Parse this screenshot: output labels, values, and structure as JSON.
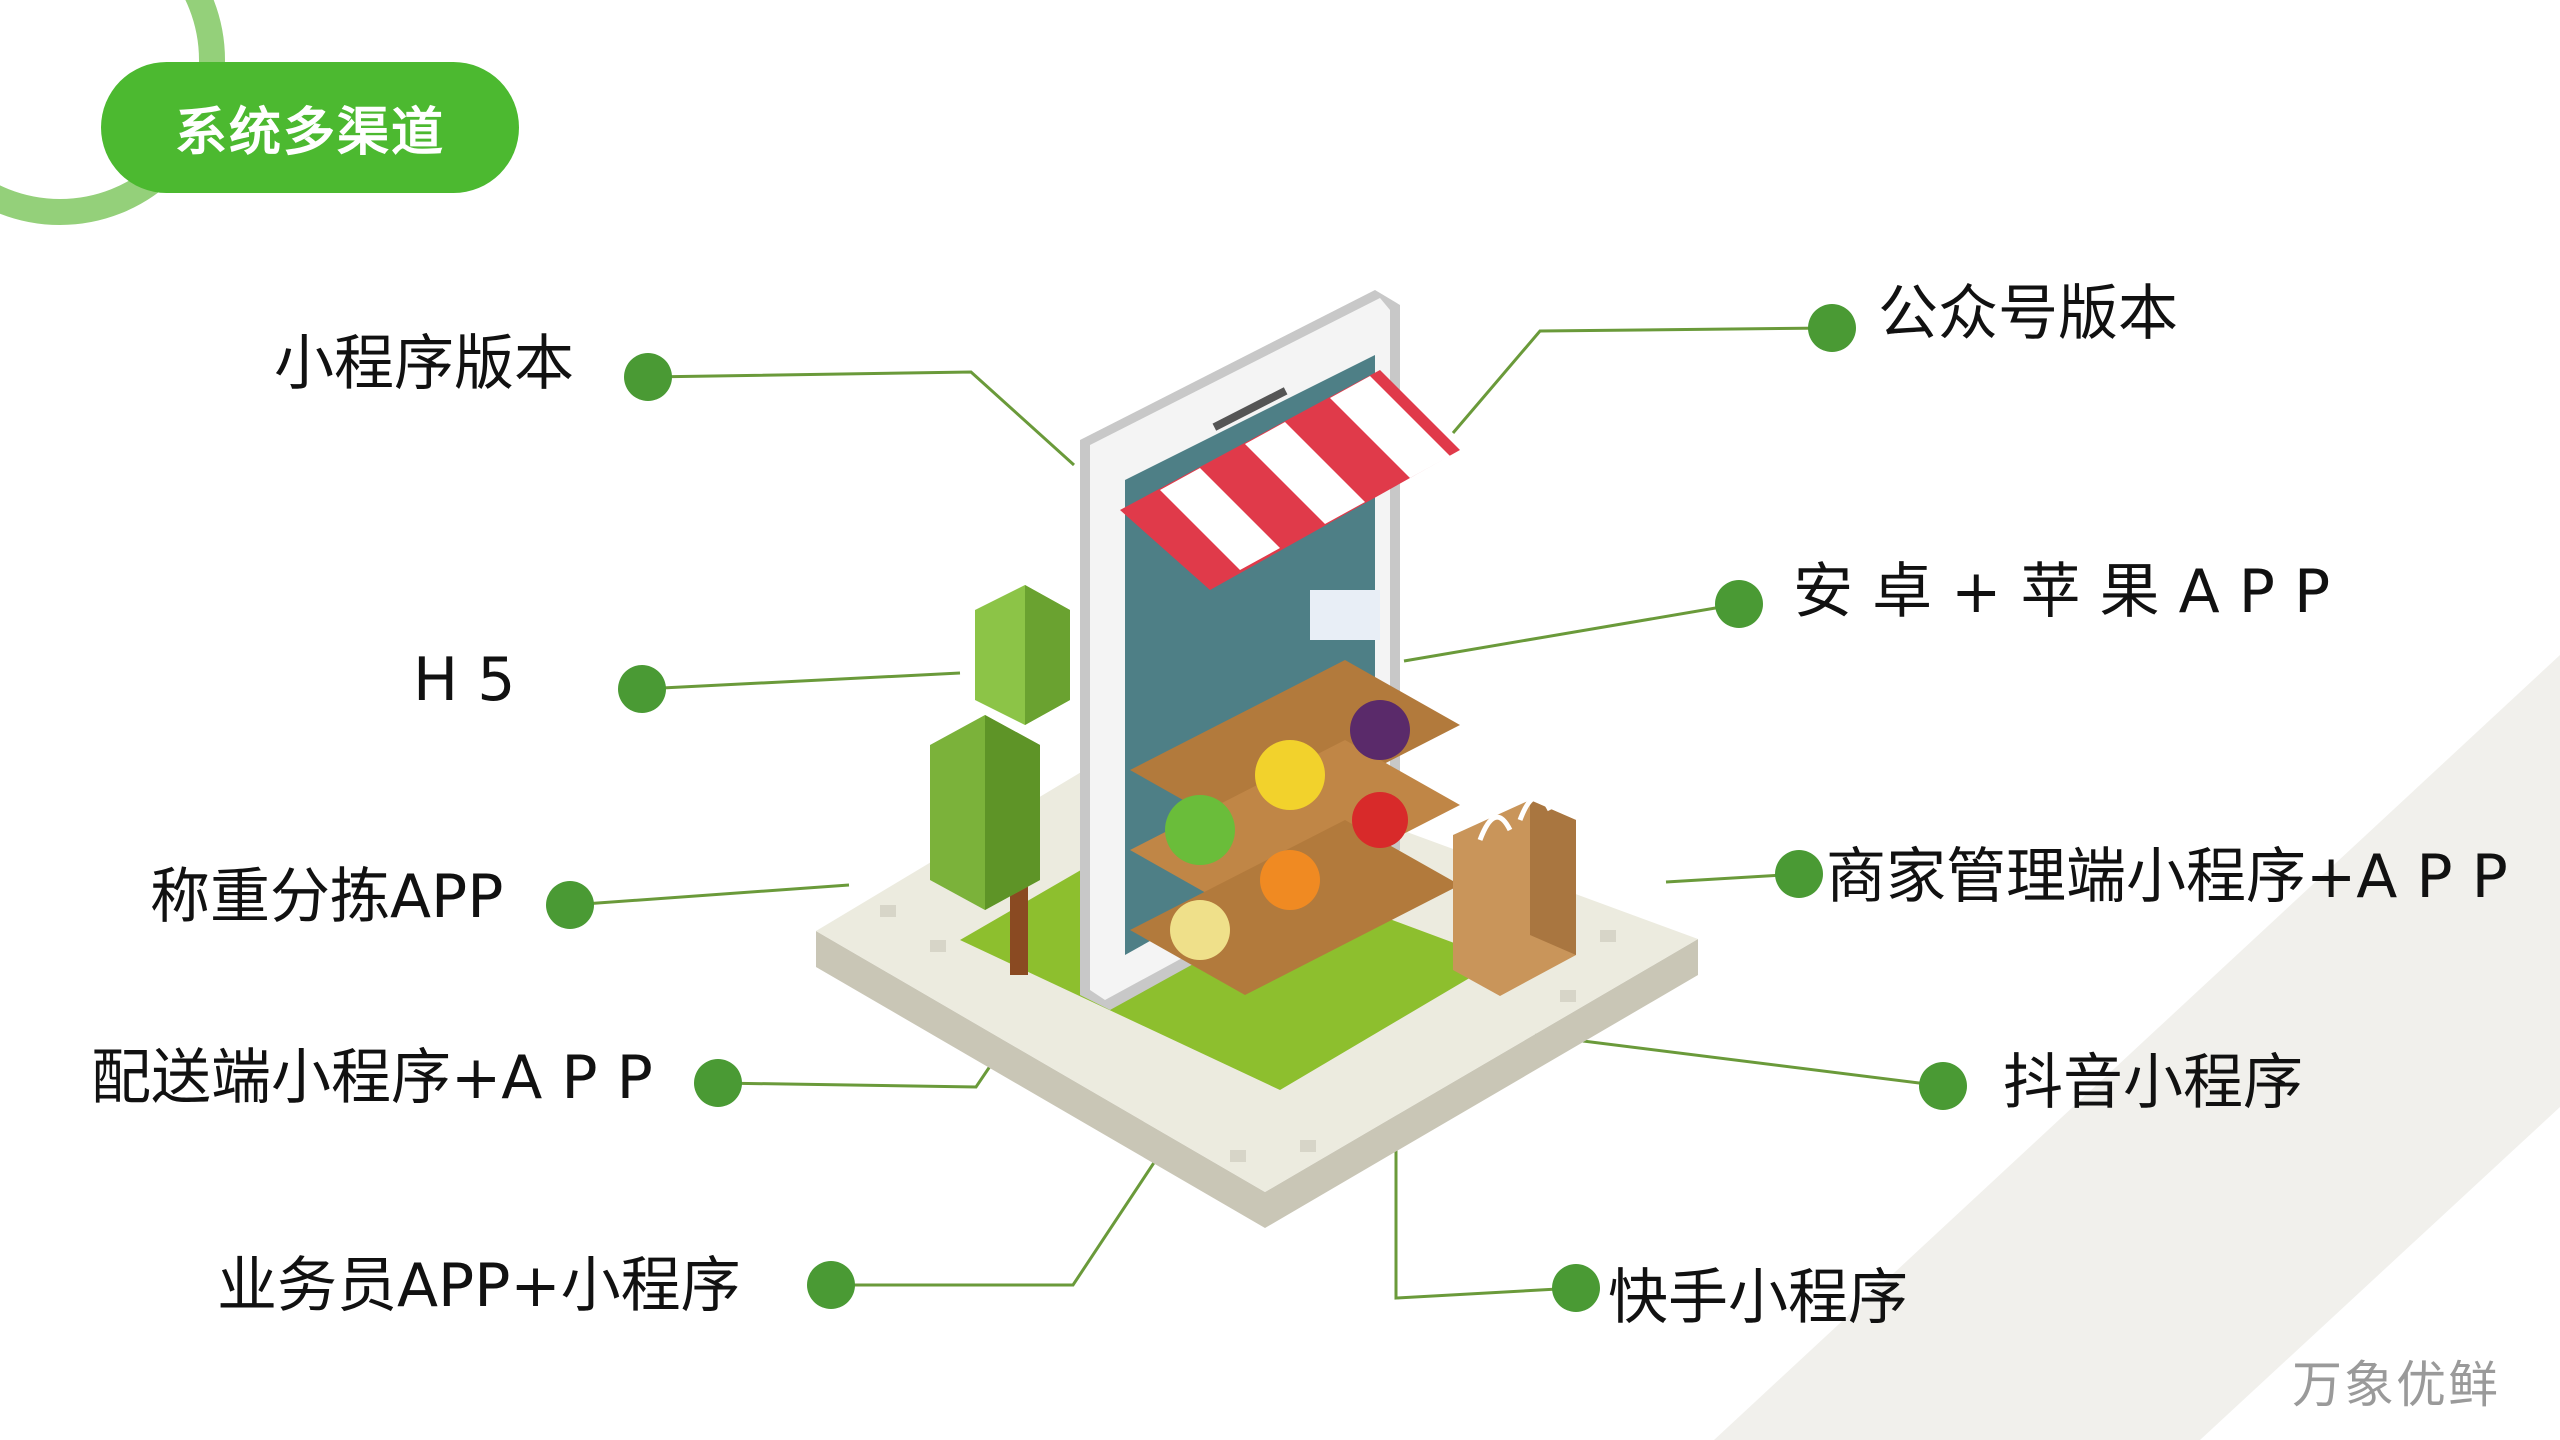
{
  "header": {
    "title": "系统多渠道"
  },
  "channels_left": [
    {
      "label": "小程序版本"
    },
    {
      "label": "H 5"
    },
    {
      "label": "称重分拣APP"
    },
    {
      "label": "配送端小程序+A P P"
    },
    {
      "label": "业务员APP+小程序"
    }
  ],
  "channels_right": [
    {
      "label": "公众号版本"
    },
    {
      "label": "安 卓 + 苹 果 A P P"
    },
    {
      "label": "商家管理端小程序+A P P"
    },
    {
      "label": "抖音小程序"
    },
    {
      "label": "快手小程序"
    }
  ],
  "brand": "万象优鲜",
  "colors": {
    "accent": "#4cb930",
    "ring": "#94d07a",
    "dot": "#4a9a34",
    "line": "#6a9a3a",
    "band": "#f1f0ec"
  }
}
